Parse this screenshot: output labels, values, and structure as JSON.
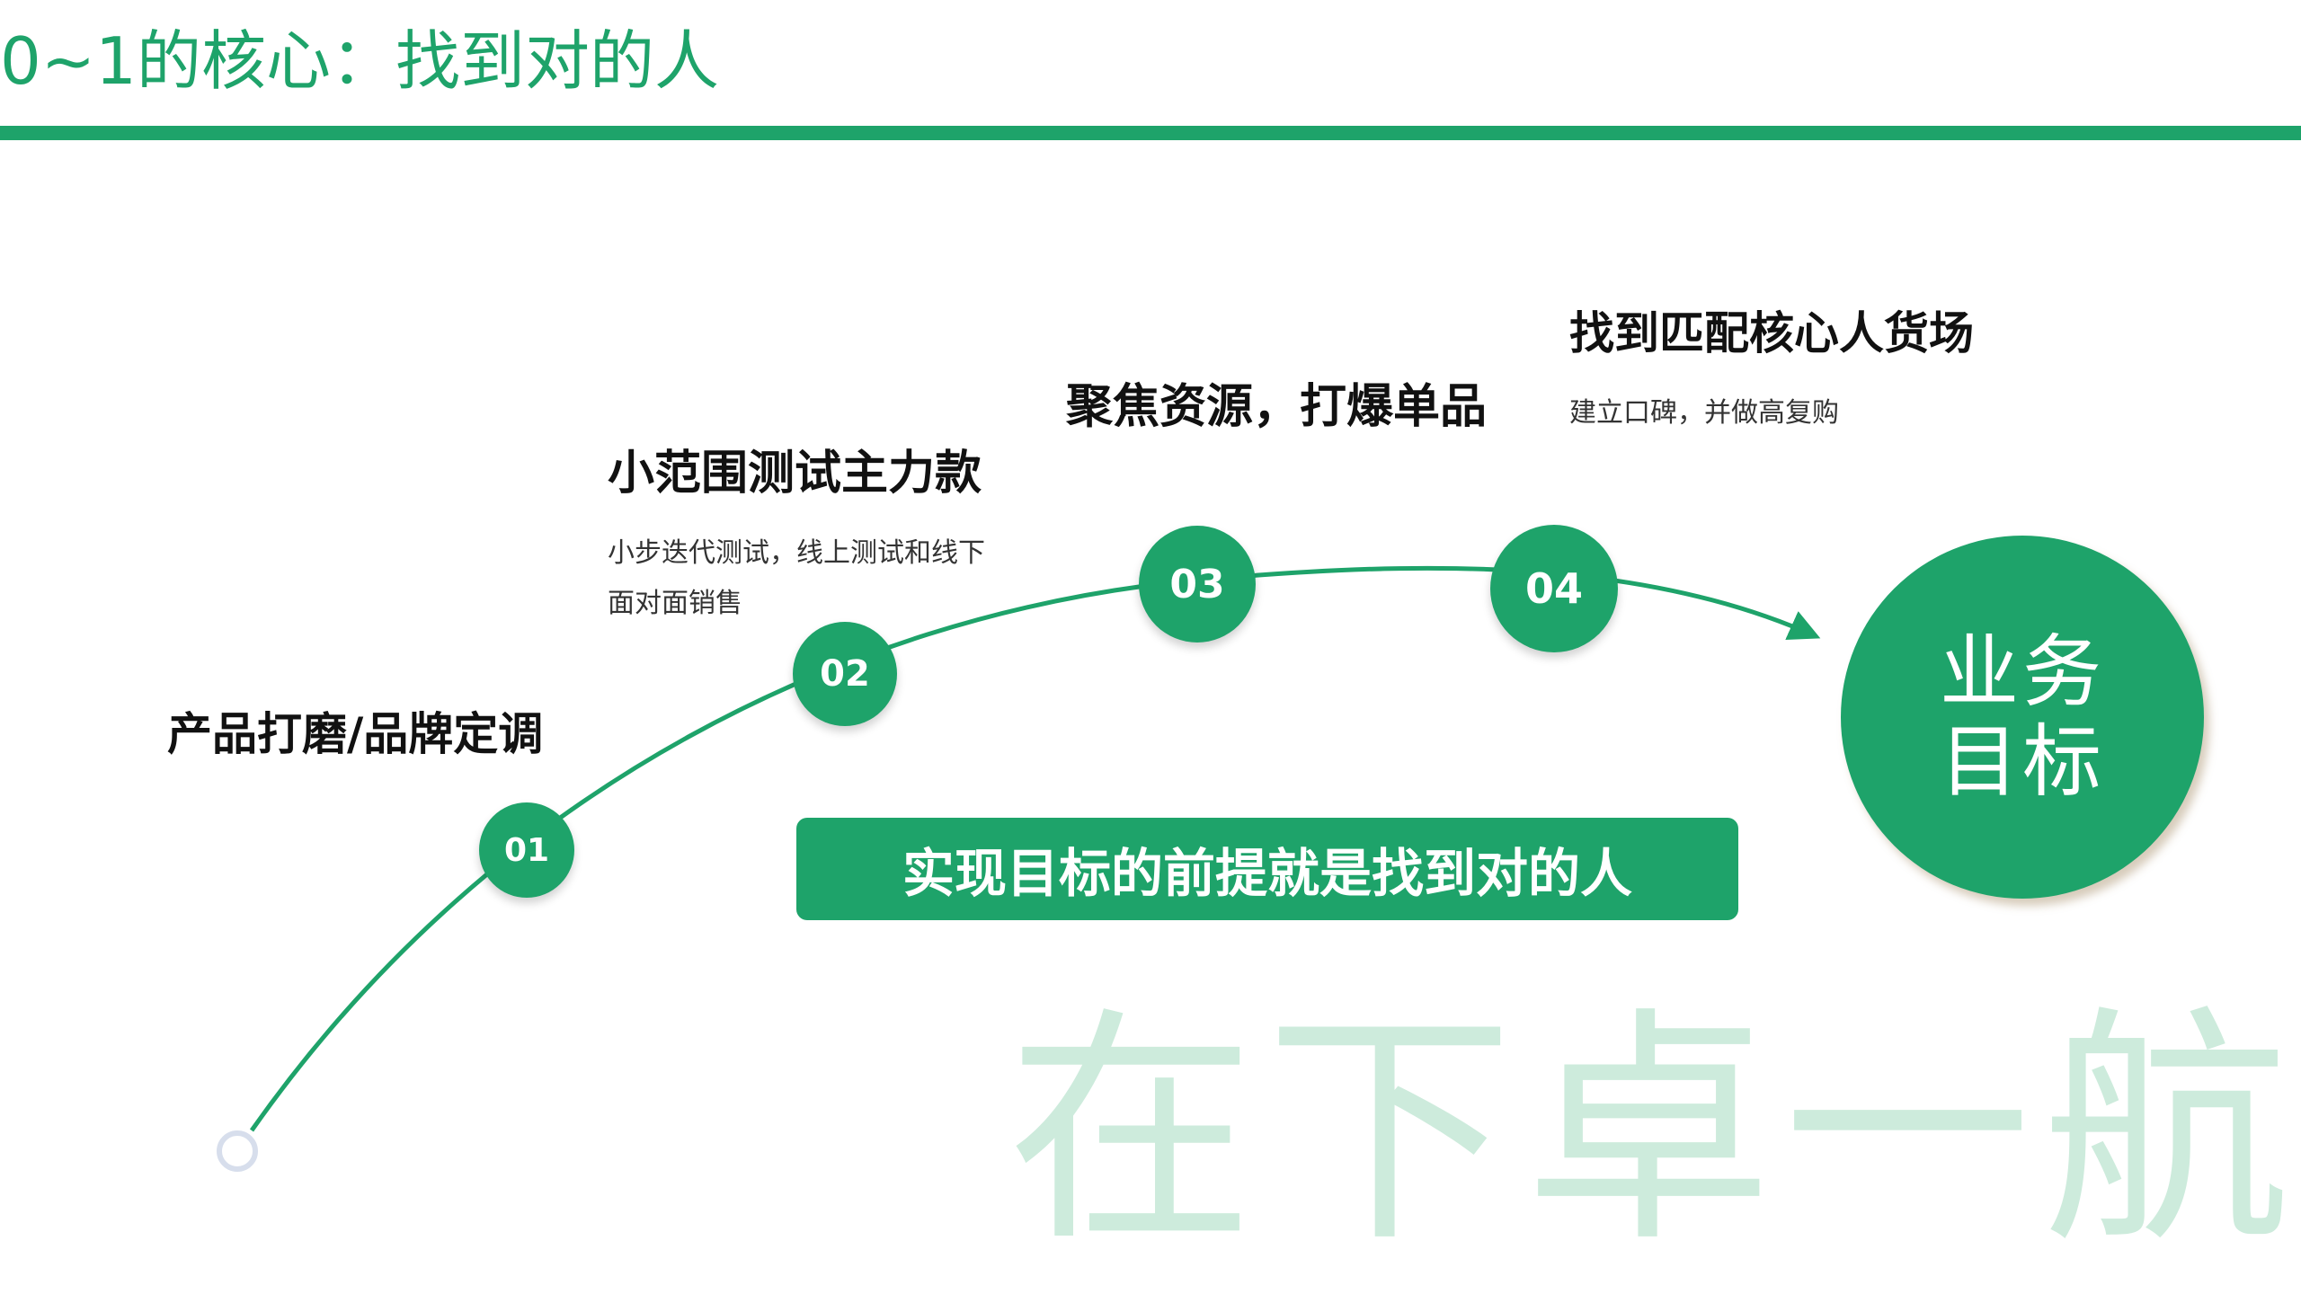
{
  "title": "0~1的核心：找到对的人",
  "steps": [
    {
      "number": "01",
      "heading": "产品打磨/品牌定调"
    },
    {
      "number": "02",
      "heading": "小范围测试主力款",
      "desc_lines": [
        "小步迭代测试，线上测试和线下",
        "面对面销售"
      ]
    },
    {
      "number": "03",
      "heading": "聚焦资源，打爆单品"
    },
    {
      "number": "04",
      "heading": "找到匹配核心人货场",
      "desc_lines": [
        "建立口碑，并做高复购"
      ]
    }
  ],
  "banner": "实现目标的前提就是找到对的人",
  "goal": {
    "line1": "业务",
    "line2": "目标"
  },
  "watermark": "在下卓一航",
  "colors": {
    "accent": "#1ea36a",
    "watermark": "#cdebdc",
    "start_ring": "#d7deec"
  }
}
